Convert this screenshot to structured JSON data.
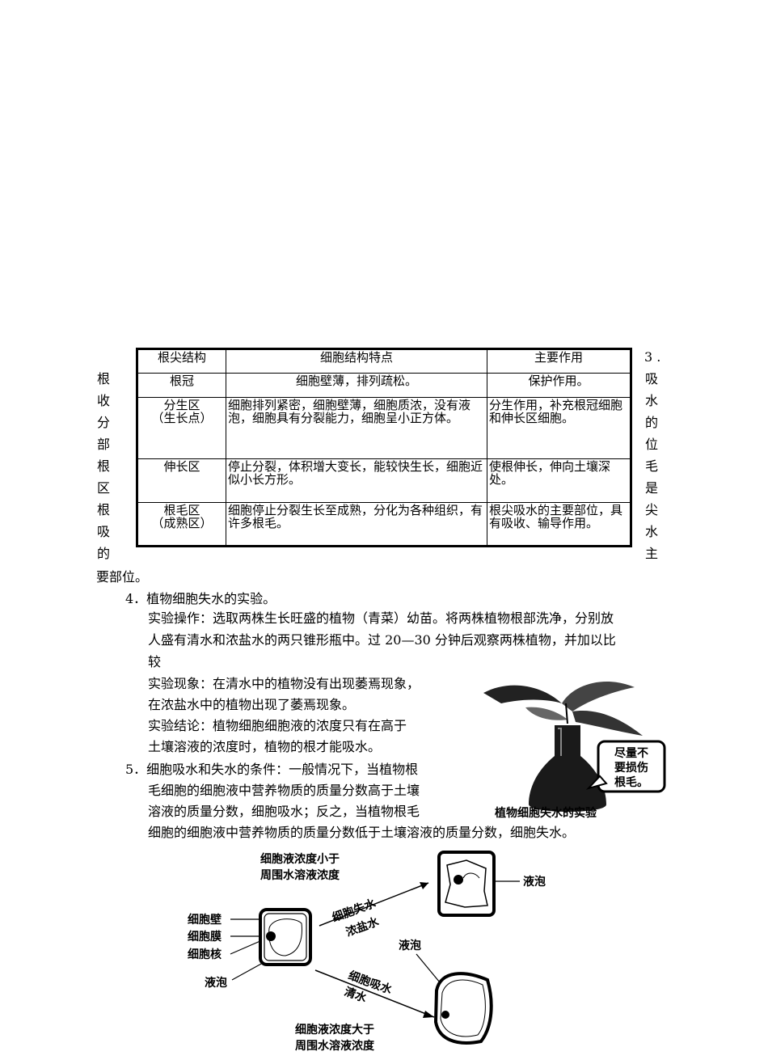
{
  "table": {
    "headers": [
      "根尖结构",
      "细胞结构特点",
      "主要作用"
    ],
    "rows": [
      {
        "name": [
          "根冠"
        ],
        "features": "细胞壁薄，排列疏松。",
        "function": "保护作用。"
      },
      {
        "name": [
          "分生区",
          "（生长点）"
        ],
        "features": "细胞排列紧密，细胞壁薄，细胞质浓，没有液泡，细胞具有分裂能力，细胞呈小正方体。",
        "function": "分生作用，补充根冠细胞和伸长区细胞。"
      },
      {
        "name": [
          "伸长区"
        ],
        "features": "停止分裂，体积增大变长，能较快生长，细胞近似小长方形。",
        "function": "使根伸长，伸向土壤深处。"
      },
      {
        "name": [
          "根毛区",
          "（成熟区）"
        ],
        "features": "细胞停止分裂生长至成熟，分化为各种组织，有许多根毛。",
        "function": "根尖吸水的主要部位，具有吸收、输导作用。"
      }
    ]
  },
  "section3": {
    "left_chars": [
      "根",
      "收",
      "分",
      "部",
      "根",
      "区",
      "根",
      "吸",
      "的"
    ],
    "right_chars": [
      "3 .",
      "吸",
      "水",
      "的",
      "位",
      "毛",
      "是",
      "尖",
      "水",
      "主"
    ],
    "tail": "要部位。"
  },
  "section4": {
    "title": "4．植物细胞失水的实验。",
    "operation_lines": [
      "实验操作：选取两株生长旺盛的植物（青菜）幼苗。将两株植物根部洗净，分别放",
      "人盛有清水和浓盐水的两只锥形瓶中。过 20—30 分钟后观察两株植物，并加以比",
      "较"
    ],
    "phenomenon_lines": [
      "实验现象：在清水中的植物没有出现萎焉现象，",
      "在浓盐水中的植物出现了萎焉现象。"
    ],
    "conclusion_lines": [
      "实验结论：植物细胞细胞液的浓度只有在高于",
      "土壤溶液的浓度时，植物的根才能吸水。"
    ]
  },
  "section5": {
    "lines": [
      "5．细胞吸水和失水的条件：一般情况下，当植物根",
      "毛细胞的细胞液中营养物质的质量分数高于土壤",
      "溶液的质量分数，细胞吸水；反之，当植物根毛",
      "细胞的细胞液中营养物质的质量分数低于土壤溶液的质量分数，细胞失水。"
    ]
  },
  "flask_figure": {
    "callout": [
      "尽量不",
      "要损伤",
      "根毛。"
    ],
    "caption": "植物细胞失水的实验"
  },
  "cell_diagram": {
    "top_note": [
      "细胞液浓度小于",
      "周围水溶液浓度"
    ],
    "bottom_note": [
      "细胞液浓度大于",
      "周围水溶液浓度"
    ],
    "labels": {
      "wall": "细胞壁",
      "membrane": "细胞膜",
      "nucleus": "细胞核",
      "vacuole": "液泡"
    },
    "lose_arrow": [
      "细胞失水",
      "浓盐水"
    ],
    "gain_arrow": [
      "细胞吸水",
      "清水"
    ],
    "right_top_label": "液泡",
    "right_bottom_label": "液泡"
  }
}
